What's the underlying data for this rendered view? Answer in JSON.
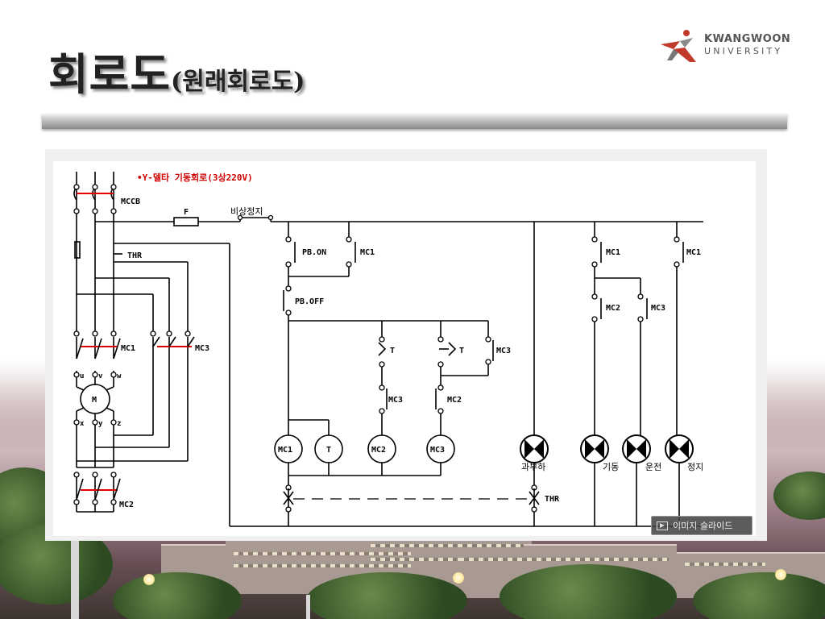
{
  "slide": {
    "title": "회로도",
    "subtitle": "(원래회로도)"
  },
  "logo": {
    "line1": "KWANGWOON",
    "line2": "UNIVERSITY",
    "accent_color": "#c0392b"
  },
  "diagram": {
    "heading": "•Y-델타 기동회로(3상220V)",
    "labels": {
      "mccb": "MCCB",
      "fuse": "F",
      "emergency_stop": "비상정지",
      "thr_top": "THR",
      "pb_on": "PB.ON",
      "pb_off": "PB.OFF",
      "mc1_hold": "MC1",
      "mc1_main": "MC1",
      "mc3_main": "MC3",
      "mc2_main": "MC2",
      "motor": "M",
      "u": "u",
      "v": "v",
      "w": "w",
      "x": "x",
      "y": "y",
      "z": "z",
      "t_contact_a": "T",
      "t_contact_b": "T",
      "mc3_interlock": "MC3",
      "mc3_hold": "MC3",
      "mc2_interlock": "MC2",
      "coil_mc1": "MC1",
      "coil_t": "T",
      "coil_mc2": "MC2",
      "coil_mc3": "MC3",
      "lamp1": "과부하",
      "lamp2": "기동",
      "lamp3": "운전",
      "lamp4": "정지",
      "thr_bottom": "THR",
      "lamp_mc1_a": "MC1",
      "lamp_mc1_b": "MC1",
      "lamp_mc2": "MC2",
      "lamp_mc3": "MC3"
    },
    "heading_color": "#d00000",
    "contact_mark_color": "#e00000"
  },
  "overlay_button": {
    "label": "이미지 슬라이드",
    "icon": "play-icon"
  }
}
